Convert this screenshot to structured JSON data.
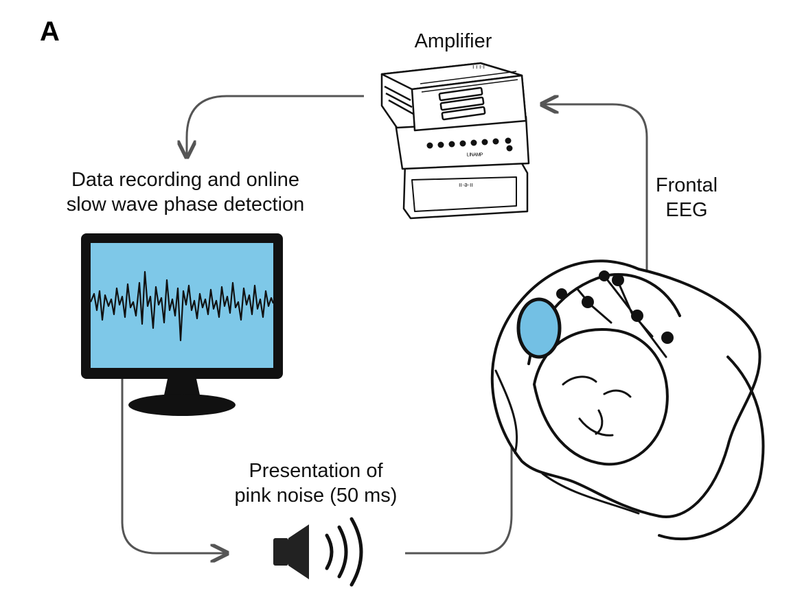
{
  "panel_label": "A",
  "labels": {
    "amplifier": "Amplifier",
    "recording_line1": "Data recording and online",
    "recording_line2": "slow wave phase detection",
    "frontal_line1": "Frontal",
    "frontal_line2": "EEG",
    "noise_line1": "Presentation of",
    "noise_line2": "pink noise (50 ms)"
  },
  "device_text": {
    "amp_logo": "ᴸᴵᴺᴬᴹᴾ",
    "amp_small": "ı ı  ı·ı",
    "amp_lower": "ıı·ǝ·ıı"
  },
  "colors": {
    "screen_blue": "#7ec8e8",
    "earcup_blue": "#73c0e4",
    "line": "#111111",
    "arrow": "#555555"
  },
  "icons": [
    "amplifier-icon",
    "monitor-icon",
    "speaker-icon",
    "sleeping-person-icon"
  ]
}
